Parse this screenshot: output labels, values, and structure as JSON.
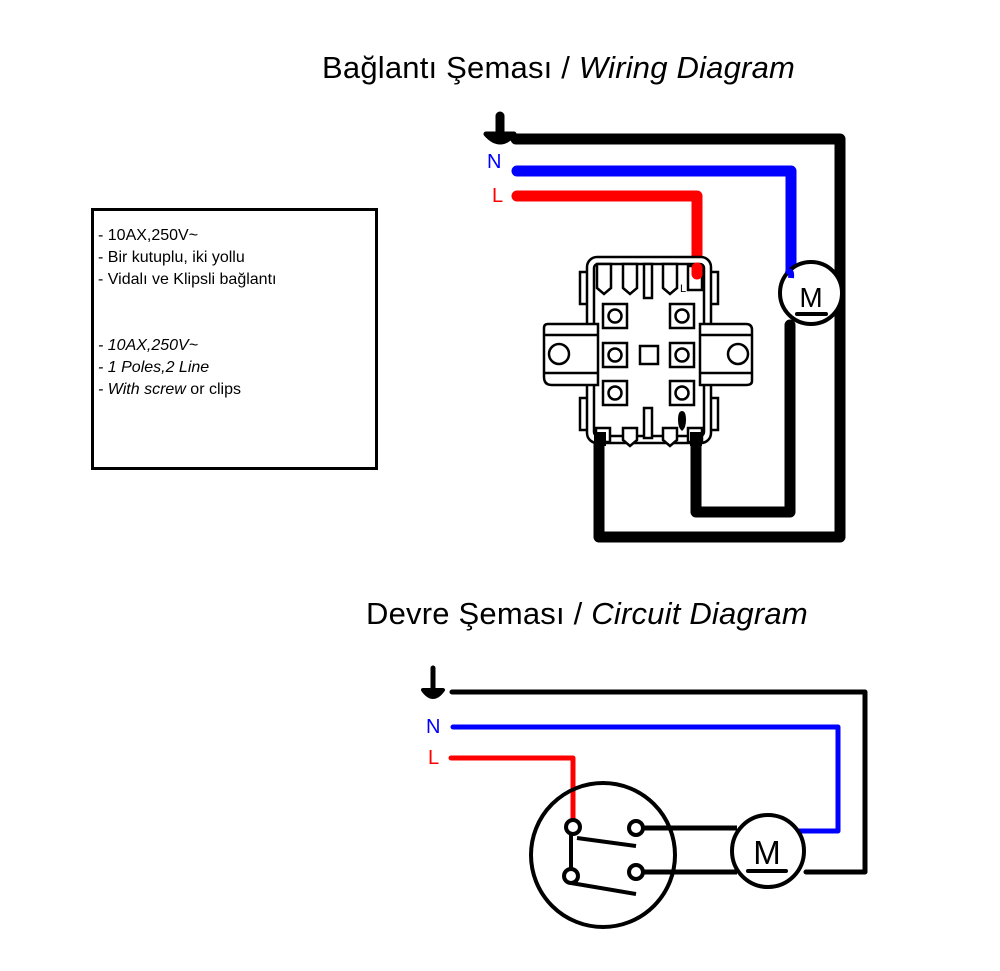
{
  "wiring_diagram": {
    "title_tr": "Bağlantı Şeması /",
    "title_en": "Wiring Diagram",
    "labels": {
      "neutral": "N",
      "line": "L",
      "terminal": "L",
      "motor": "M"
    }
  },
  "circuit_diagram": {
    "title_tr": "Devre Şeması /",
    "title_en": "Circuit Diagram",
    "labels": {
      "neutral": "N",
      "line": "L",
      "motor": "M"
    }
  },
  "specs": {
    "tr": [
      "- 10AX,250V~",
      "- Bir kutuplu, iki yollu",
      "- Vidalı ve Klipsli bağlantı"
    ],
    "en": {
      "rating": "- 10AX,250V~",
      "poles": "- 1 Poles,2 Line",
      "mount_italic": "- With screw",
      "mount_rest": " or clips"
    }
  },
  "colors": {
    "earth": "#000000",
    "neutral": "#0000ff",
    "line": "#ff0000"
  }
}
